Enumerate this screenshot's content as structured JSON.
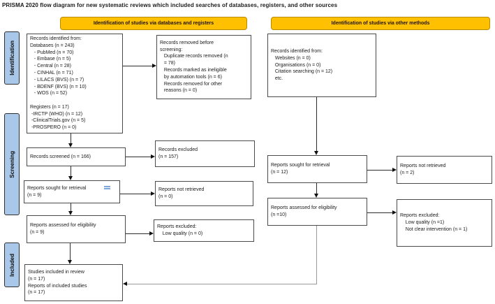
{
  "title": "PRISMA 2020 flow diagram for new systematic reviews which included searches of databases, registers, and other sources",
  "headers": {
    "databases_registers": "Identification of studies via databases and registers",
    "other_methods": "Identification of studies via other methods"
  },
  "sidebar": {
    "identification": "Identification",
    "screening": "Screening",
    "included": "Included"
  },
  "boxes": {
    "db_identified": {
      "lines": [
        "Records identified from:",
        "Databases (n = 243)",
        "   - PubMed (n = 70)",
        "   - Embase (n = 5)",
        "   - Central (n = 28)",
        "   - CINHAL (n = 71)",
        "   - LILACS (BVS) (n = 7)",
        "   - BDENF (BVS) (n = 10)",
        "   - WOS (n = 52)",
        "",
        "Registers (n = 17)",
        " -IRCTP (WHO) (n = 12)",
        " -ClinicalTrials.gov (n = 5)",
        " -PROSPERO (n = 0)"
      ]
    },
    "records_removed": {
      "lines": [
        "Records removed before",
        "screening:",
        "   Duplicate records removed (n",
        "   = 78)",
        "   Records marked as ineligible",
        "   by automation tools (n = 6)",
        "   Records removed for other",
        "   reasons (n = 0)"
      ]
    },
    "other_identified": {
      "lines": [
        "Records identified from:",
        "   Websites (n = 0)",
        "   Organisations (n = 0)",
        "   Citation searching (n = 12)",
        "   etc."
      ]
    },
    "records_screened": {
      "lines": [
        "Records screened (n = 166)"
      ]
    },
    "records_excluded": {
      "lines": [
        "Records excluded",
        "(n = 157)"
      ]
    },
    "reports_sought_db": {
      "lines": [
        "Reports sought for retrieval",
        "(n = 9)"
      ]
    },
    "reports_not_retrieved_db": {
      "lines": [
        "Reports not retrieved",
        "(n = 0)"
      ]
    },
    "reports_assessed_db": {
      "lines": [
        "Reports assessed for eligibility",
        "(n = 9)"
      ]
    },
    "reports_excluded_db": {
      "lines": [
        "Reports excluded:",
        "    Low quality (n = 0)"
      ]
    },
    "reports_sought_other": {
      "lines": [
        "Reports sought for retrieval",
        "(n = 12)"
      ]
    },
    "reports_not_retrieved_other": {
      "lines": [
        "Reports not retrieved",
        "(n = 2)"
      ]
    },
    "reports_assessed_other": {
      "lines": [
        "Reports assessed for eligibility",
        "(n =10)"
      ]
    },
    "reports_excluded_other": {
      "lines": [
        "Reports excluded:",
        "    Low quality (n =1)",
        "    Not clear intervention (n = 1)"
      ]
    },
    "included_studies": {
      "lines": [
        "Studies included in review",
        "(n = 17)",
        "Reports of included studies",
        "(n = 17)"
      ]
    }
  },
  "colors": {
    "header_fill": "#FFC000",
    "header_border": "#B98A00",
    "sidebar_fill": "#A9C7E8",
    "box_border": "#4a4a4a",
    "arrow": "#111111",
    "comment_marker": "#7CA6DC"
  }
}
